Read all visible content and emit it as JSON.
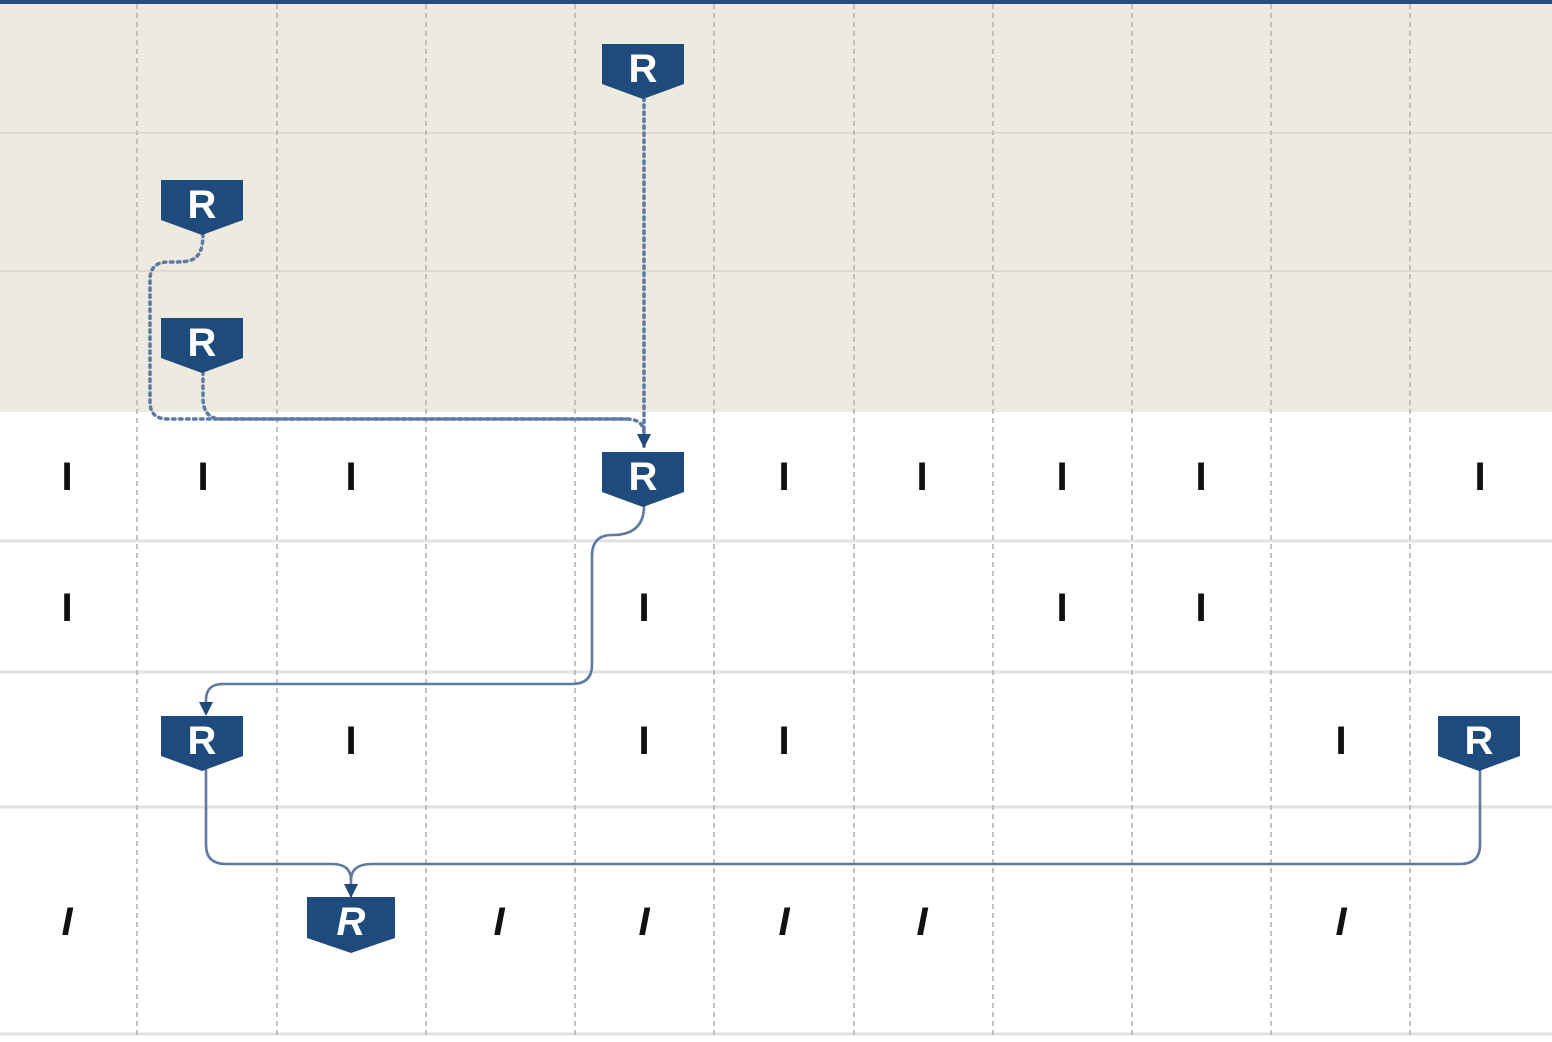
{
  "colors": {
    "header_band": "#edeae0",
    "accent": "#1f4a7c",
    "connector": "#5f7aa0",
    "top_rule": "#264f80",
    "grid_dash": "#b4b4b0",
    "row_rule": "#e2e2e2",
    "mark": "#111111"
  },
  "upper_badges": [
    {
      "label": "R",
      "column": 4,
      "row": 0
    },
    {
      "label": "R",
      "column": 1,
      "row": 1
    },
    {
      "label": "R",
      "column": 1,
      "row": 2
    }
  ],
  "rows": [
    {
      "badges": [
        {
          "label": "R",
          "column": 4
        }
      ],
      "marks": [
        {
          "label": "I",
          "column": 0
        },
        {
          "label": "I",
          "column": 1
        },
        {
          "label": "I",
          "column": 2
        },
        {
          "label": "I",
          "column": 5
        },
        {
          "label": "I",
          "column": 6
        },
        {
          "label": "I",
          "column": 7
        },
        {
          "label": "I",
          "column": 8
        },
        {
          "label": "I",
          "column": 10
        }
      ]
    },
    {
      "badges": [],
      "marks": [
        {
          "label": "I",
          "column": 0
        },
        {
          "label": "I",
          "column": 4
        },
        {
          "label": "I",
          "column": 7
        },
        {
          "label": "I",
          "column": 8
        }
      ]
    },
    {
      "badges": [
        {
          "label": "R",
          "column": 1
        },
        {
          "label": "R",
          "column": 10
        }
      ],
      "marks": [
        {
          "label": "I",
          "column": 2
        },
        {
          "label": "I",
          "column": 4
        },
        {
          "label": "I",
          "column": 5
        },
        {
          "label": "I",
          "column": 9
        }
      ]
    },
    {
      "badges": [
        {
          "label": "R",
          "column": 2,
          "italic": true
        }
      ],
      "marks": [
        {
          "label": "I",
          "column": 0,
          "italic": true
        },
        {
          "label": "I",
          "column": 3,
          "italic": true
        },
        {
          "label": "I",
          "column": 4,
          "italic": true
        },
        {
          "label": "I",
          "column": 5,
          "italic": true
        },
        {
          "label": "I",
          "column": 6,
          "italic": true
        },
        {
          "label": "I",
          "column": 9,
          "italic": true
        }
      ]
    }
  ],
  "connectors": [
    {
      "from": "upper-0",
      "to": "row-0-badge-0",
      "style": "dotted"
    },
    {
      "from": "upper-1",
      "to": "row-0-badge-0",
      "style": "dotted"
    },
    {
      "from": "upper-2",
      "to": "row-0-badge-0",
      "style": "dotted"
    },
    {
      "from": "row-0-badge-0",
      "to": "row-2-badge-0",
      "style": "solid"
    },
    {
      "from": "row-2-badge-0",
      "to": "row-3-badge-0",
      "style": "solid"
    },
    {
      "from": "row-2-badge-1",
      "to": "row-3-badge-0",
      "style": "solid"
    }
  ]
}
